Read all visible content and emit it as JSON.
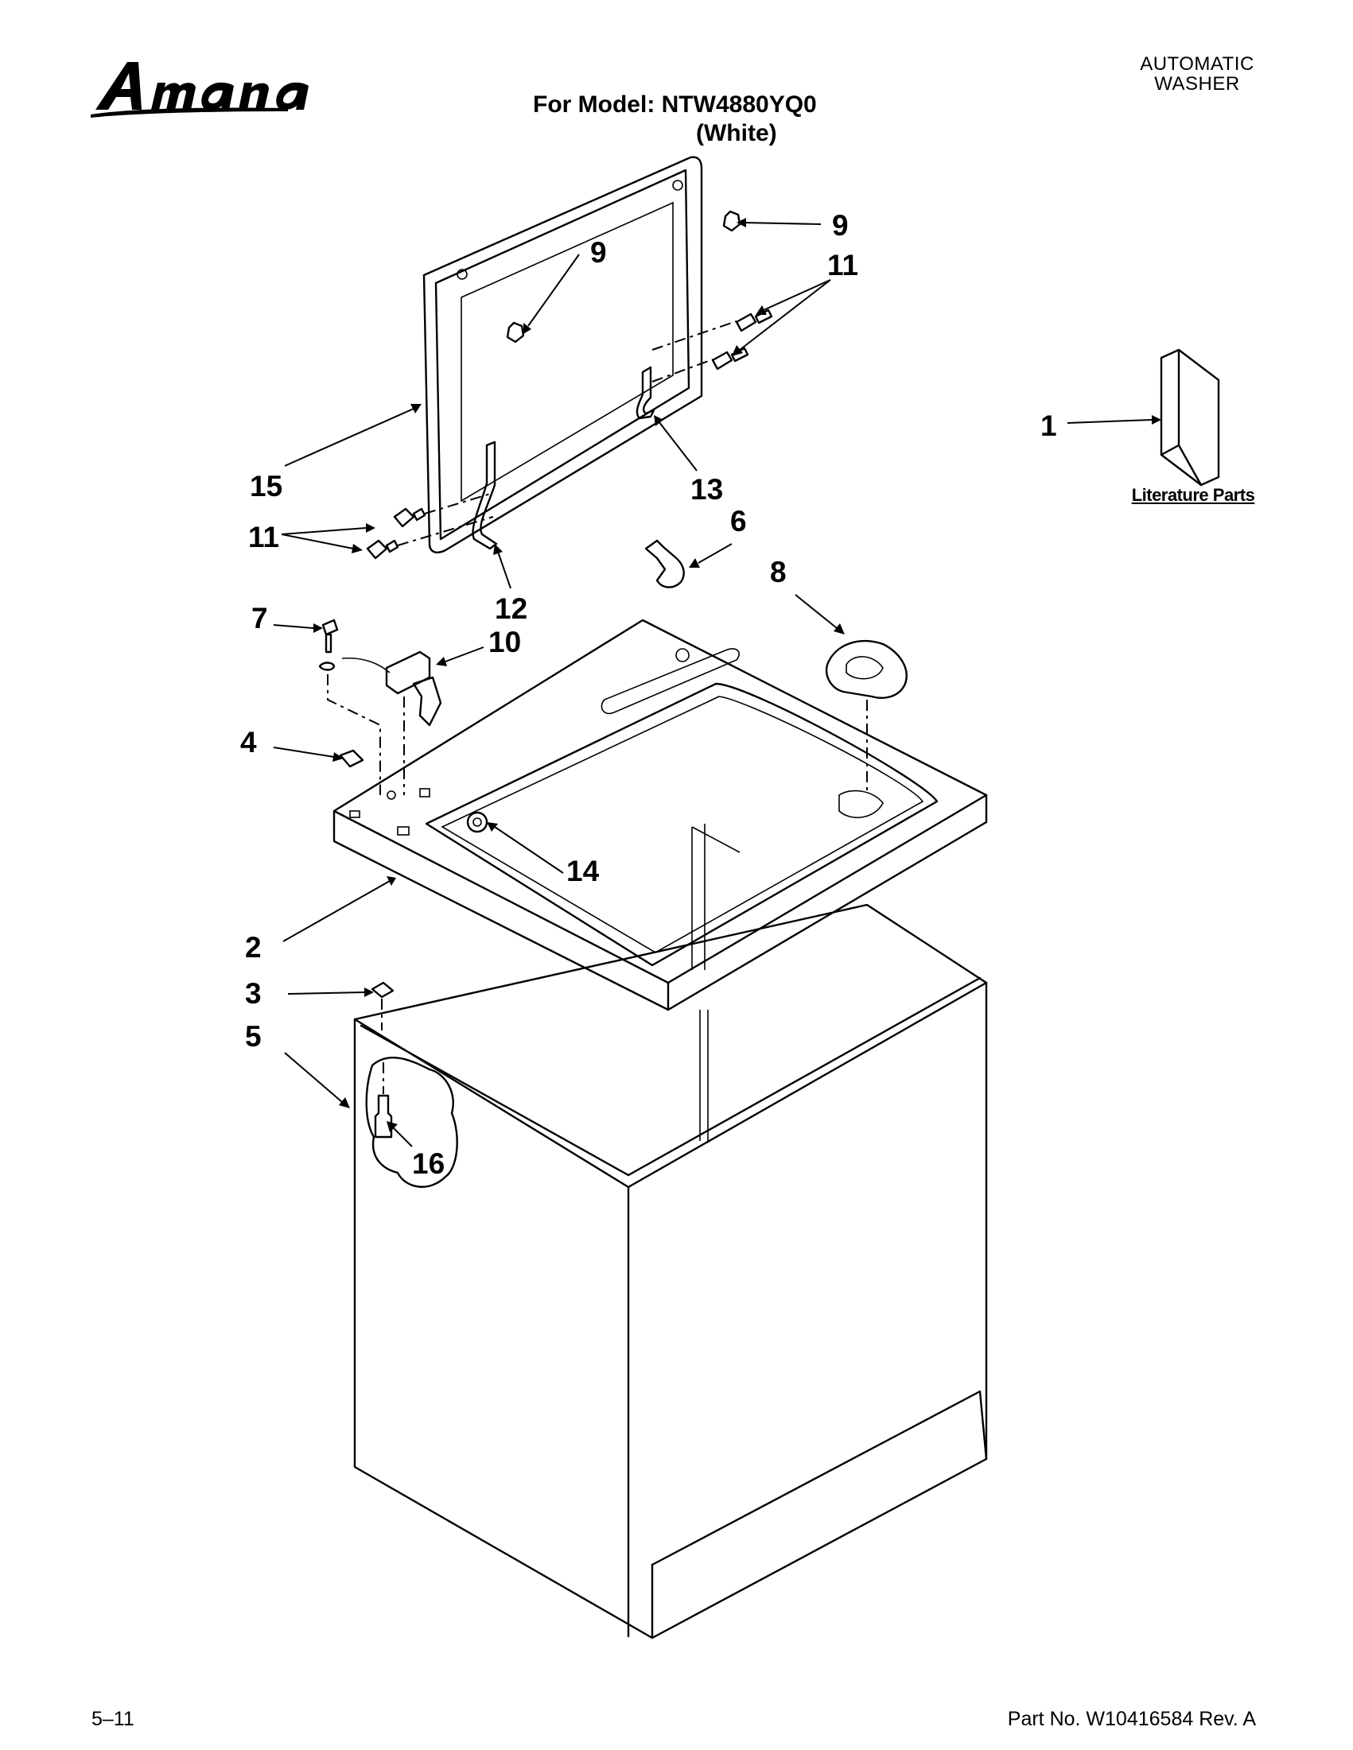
{
  "header": {
    "brand": "Amana",
    "doc_type_line1": "AUTOMATIC",
    "doc_type_line2": "WASHER",
    "model_line": "For Model: NTW4880YQ0",
    "color_line": "(White)"
  },
  "literature_label": "Literature Parts",
  "callouts": [
    "1",
    "2",
    "3",
    "4",
    "5",
    "6",
    "7",
    "8",
    "9",
    "9",
    "10",
    "11",
    "11",
    "12",
    "13",
    "14",
    "15",
    "16"
  ],
  "footer": {
    "page": "5–11",
    "part_number": "Part No. W10416584 Rev. A"
  }
}
